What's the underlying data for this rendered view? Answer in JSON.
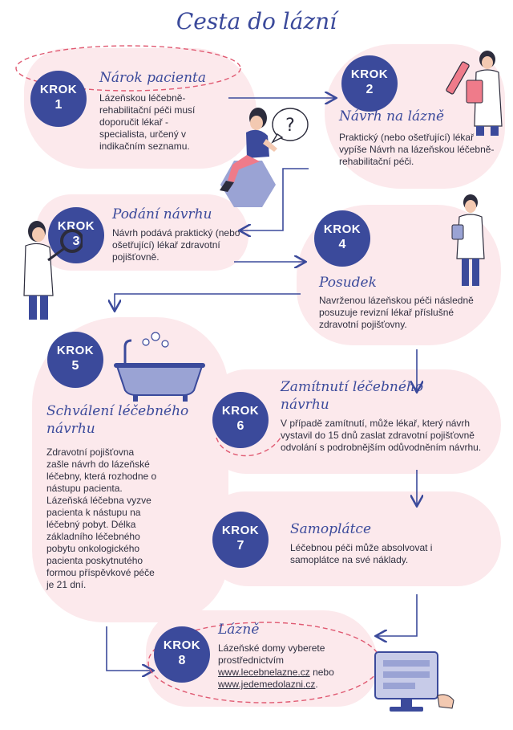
{
  "title": "Cesta do lázní",
  "krok_label": "KROK",
  "steps": [
    {
      "num": "1",
      "heading": "Nárok pacienta",
      "text": "Lázeňskou léčebně-rehabilitační péči musí doporučit lékař - specialista, určený v indikačním seznamu."
    },
    {
      "num": "2",
      "heading": "Návrh na lázně",
      "text": "Praktický (nebo ošetřující) lékař vypíše Návrh na lázeňskou léčebně-rehabilitační péči."
    },
    {
      "num": "3",
      "heading": "Podání návrhu",
      "text": "Návrh podává praktický (nebo ošetřující) lékař zdravotní pojišťovně."
    },
    {
      "num": "4",
      "heading": "Posudek",
      "text": "Navrženou lázeňskou péči následně posuzuje revizní lékař příslušné zdravotní pojišťovny."
    },
    {
      "num": "5",
      "heading": "Schválení léčebného návrhu",
      "text": "Zdravotní pojišťovna zašle návrh do lázeňské léčebny, která rozhodne o nástupu pacienta. Lázeňská léčebna vyzve pacienta k nástupu na léčebný pobyt. Délka základního léčebného pobytu onkologického pacienta poskytnutého formou příspěvkové péče je 21 dní."
    },
    {
      "num": "6",
      "heading": "Zamítnutí léčebného návrhu",
      "text": "V případě zamítnutí, může lékař, který návrh vystavil do 15 dnů zaslat zdravotní pojišťovně odvolání s podrobnějším odůvodněním návrhu."
    },
    {
      "num": "7",
      "heading": "Samoplátce",
      "text": "Léčebnou péči může absolvovat i samoplátce na své náklady."
    },
    {
      "num": "8",
      "heading": "Lázně",
      "text_before": "Lázeňské domy vyberete prostřednictvím",
      "link1": "www.lecebnelazne.cz",
      "text_mid": "nebo",
      "link2": "www.jedemedolazni.cz",
      "text_after": "."
    }
  ],
  "question_mark": "?",
  "colors": {
    "accent": "#3b4a9b",
    "blob": "#fce9ec",
    "dashed": "#e05a72"
  }
}
